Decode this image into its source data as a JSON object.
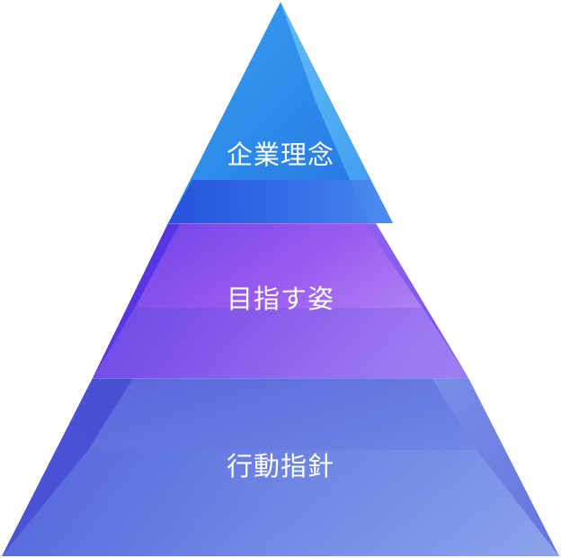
{
  "pyramid": {
    "tiers": [
      {
        "label": "企業理念",
        "color": "#2f86e6"
      },
      {
        "label": "目指す姿",
        "color": "#7b4fe8"
      },
      {
        "label": "行動指針",
        "color": "#5b63d9"
      }
    ]
  }
}
